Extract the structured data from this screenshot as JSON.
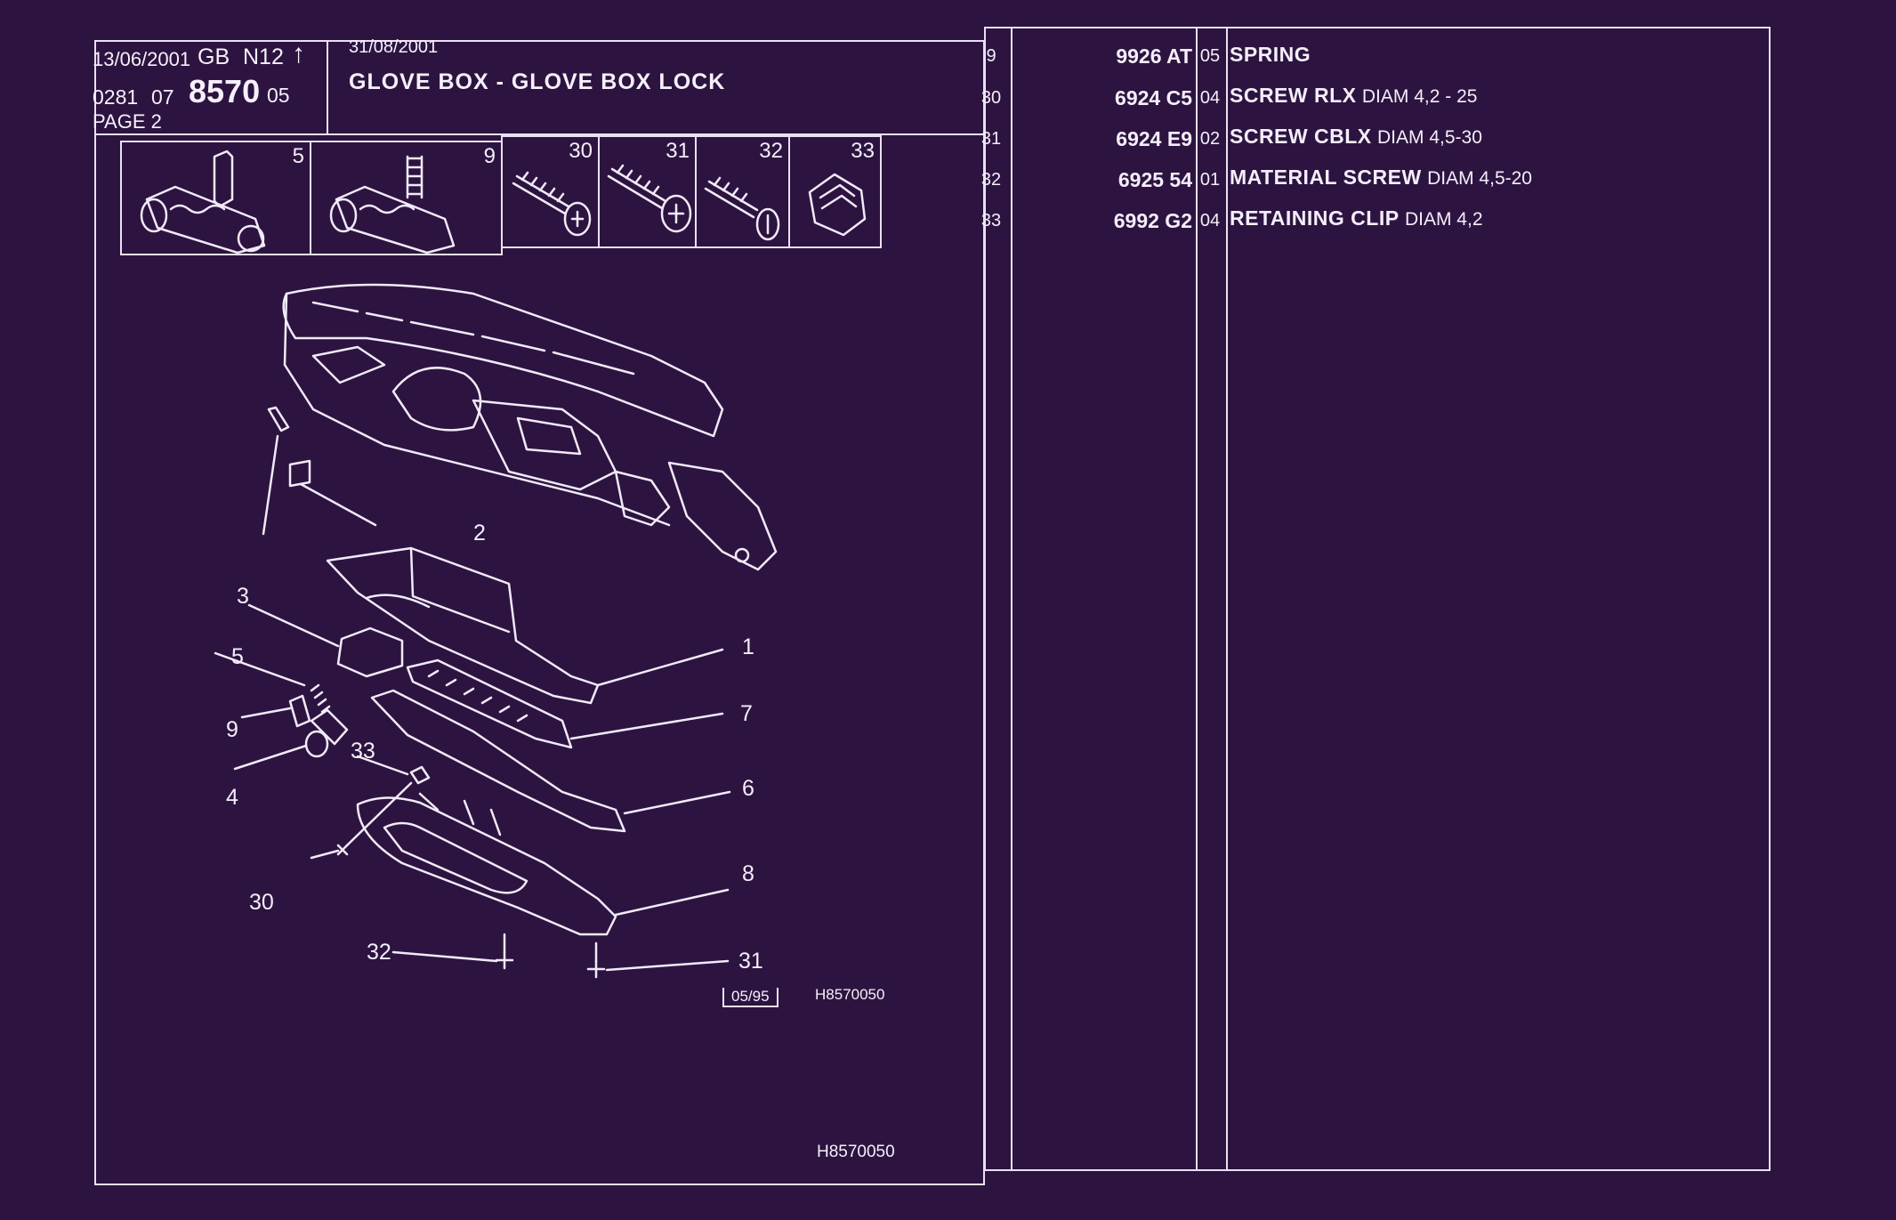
{
  "header": {
    "date_left": "13/06/2001",
    "market": "GB",
    "code": "N12",
    "arrow": "↑",
    "ref_a": "0281",
    "ref_b": "07",
    "group_number": "8570",
    "ref_c": "05",
    "page_label": "PAGE 2",
    "date_right": "31/08/2001",
    "title": "GLOVE BOX - GLOVE BOX LOCK"
  },
  "thumbnails": [
    "5",
    "9",
    "30",
    "31",
    "32",
    "33"
  ],
  "callouts": [
    "1",
    "2",
    "3",
    "4",
    "5",
    "6",
    "7",
    "8",
    "9",
    "30",
    "31",
    "32",
    "33"
  ],
  "diagram_stamp": "05/95",
  "diagram_code": "H8570050",
  "footer_code": "H8570050",
  "parts": [
    {
      "index": "9",
      "reference": "9926 AT",
      "qty": "05",
      "name": "SPRING",
      "dim": ""
    },
    {
      "index": "30",
      "reference": "6924 C5",
      "qty": "04",
      "name": "SCREW RLX",
      "dim": "DIAM 4,2 - 25"
    },
    {
      "index": "31",
      "reference": "6924 E9",
      "qty": "02",
      "name": "SCREW CBLX",
      "dim": "DIAM 4,5-30"
    },
    {
      "index": "32",
      "reference": "6925 54",
      "qty": "01",
      "name": "MATERIAL SCREW",
      "dim": "DIAM 4,5-20"
    },
    {
      "index": "33",
      "reference": "6992 G2",
      "qty": "04",
      "name": "RETAINING CLIP",
      "dim": "DIAM 4,2"
    }
  ],
  "colors": {
    "background": "#2d1440",
    "ink": "#f4eefa"
  }
}
